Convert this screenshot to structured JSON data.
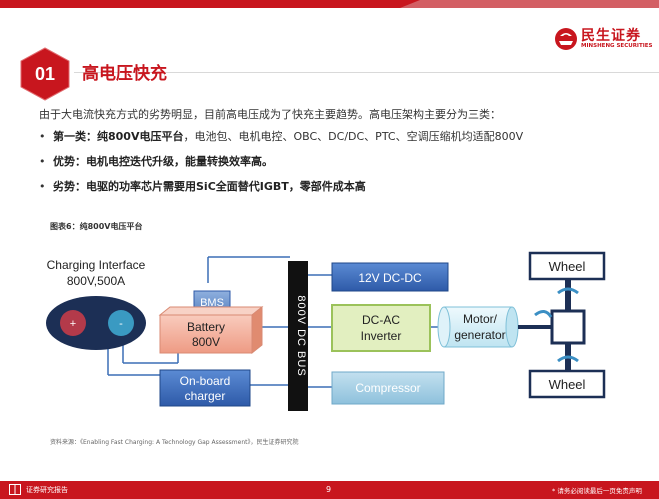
{
  "brand": {
    "name_cn": "民生证券",
    "name_en": "MINSHENG SECURITIES",
    "color": "#c8161e"
  },
  "section": {
    "number": "01",
    "title": "高电压快充"
  },
  "intro": "由于大电流快充方式的劣势明显，目前高电压成为了快充主要趋势。高电压架构主要分为三类：",
  "bullets": [
    {
      "lead": "第一类：纯800V电压平台",
      "rest": "，电池包、电机电控、OBC、DC/DC、PTC、空调压缩机均适配800V"
    },
    {
      "lead": "优势：电机电控迭代升级，能量转换效率高。",
      "rest": ""
    },
    {
      "lead": "劣势：电驱的功率芯片需要用SiC全面替代IGBT，零部件成本高",
      "rest": ""
    }
  ],
  "figure": {
    "title": "图表6：纯800V电压平台",
    "source": "资料来源：《Enabling Fast Charging: A Technology Gap Assessment》，民生证券研究院"
  },
  "diagram": {
    "charging_interface": [
      "Charging Interface",
      "800V,500A"
    ],
    "bms": "BMS",
    "battery": [
      "Battery",
      "800V"
    ],
    "onboard_charger": [
      "On-board",
      "charger"
    ],
    "dc_bus": "800V DC BUS",
    "dcdc": "12V DC-DC",
    "inverter": [
      "DC-AC",
      "Inverter"
    ],
    "compressor": "Compressor",
    "motor": [
      "Motor/",
      "generator"
    ],
    "wheel_top": "Wheel",
    "wheel_bottom": "Wheel",
    "colors": {
      "dcdc": "#4472c4",
      "battery": "#f4b6a4",
      "inverter": "#e2efc0",
      "inverter_border": "#9bc25a",
      "compressor": "#a9d0e6",
      "motor": "#d9f0f8",
      "bus": "#111111"
    }
  },
  "footer": {
    "left": "证券研究报告",
    "page": "9",
    "right": "* 请务必阅读最后一页免责声明"
  }
}
